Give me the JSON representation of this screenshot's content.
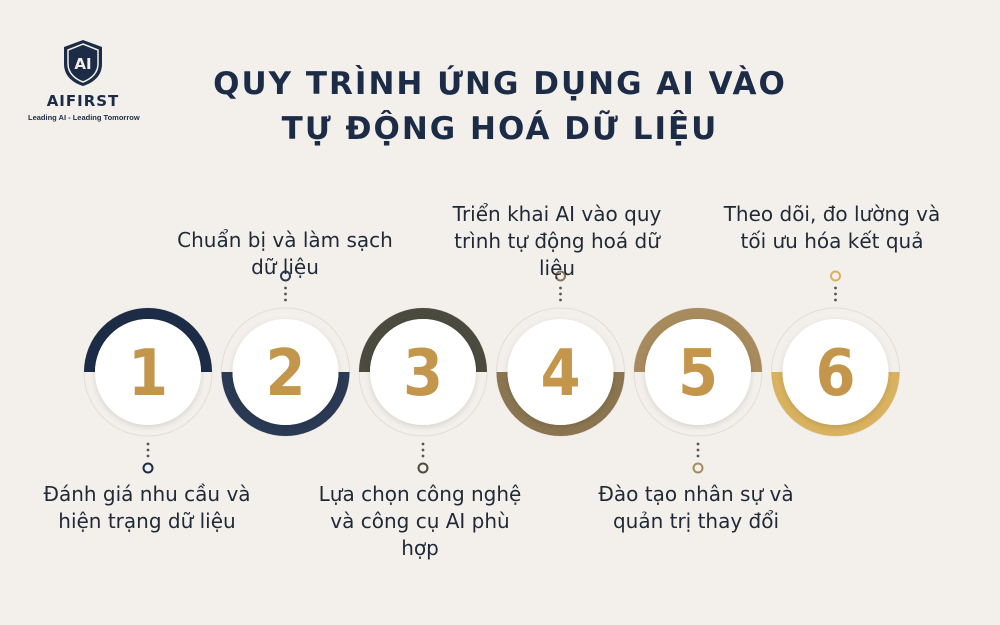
{
  "brand": {
    "name": "AIFIRST",
    "tagline": "Leading AI - Leading Tomorrow",
    "emblem_text": "AI"
  },
  "title": {
    "line1": "QUY TRÌNH ỨNG DỤNG AI VÀO",
    "line2": "TỰ ĐỘNG HOÁ DỮ LIỆU"
  },
  "steps": [
    {
      "number": "1",
      "label": "Đánh giá nhu cầu và hiện trạng dữ liệu",
      "color": "#1c2c47",
      "label_position": "below"
    },
    {
      "number": "2",
      "label": "Chuẩn bị và làm sạch dữ liệu",
      "color": "#2b3a54",
      "label_position": "above"
    },
    {
      "number": "3",
      "label": "Lựa chọn công nghệ và công cụ AI phù hợp",
      "color": "#4a4a3e",
      "label_position": "below"
    },
    {
      "number": "4",
      "label": "Triển khai AI vào quy trình tự động hoá dữ liệu",
      "color": "#8a7550",
      "label_position": "above"
    },
    {
      "number": "5",
      "label": "Đào tạo nhân sự và quản trị thay đổi",
      "color": "#a88b5c",
      "label_position": "below"
    },
    {
      "number": "6",
      "label": "Theo dõi, đo lường và tối ưu hóa kết quả",
      "color": "#d9b25f",
      "label_position": "above"
    }
  ]
}
